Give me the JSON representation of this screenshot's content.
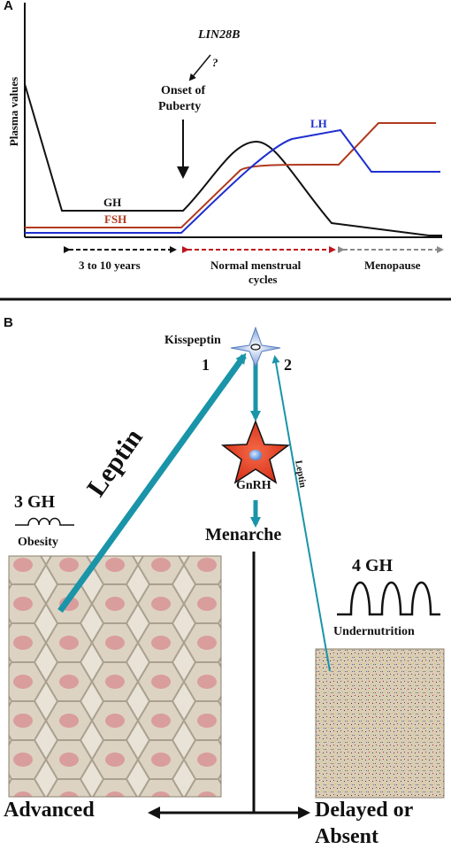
{
  "panel_a": {
    "label": "A",
    "y_axis_label": "Plasma values",
    "gene": "LIN28B",
    "gene_question": "?",
    "onset_line1": "Onset of",
    "onset_line2": "Puberty",
    "series_labels": {
      "gh": "GH",
      "fsh": "FSH",
      "lh": "LH"
    },
    "phases": {
      "childhood": "3 to 10 years",
      "cycles_line1": "Normal menstrual",
      "cycles_line2": "cycles",
      "menopause": "Menopause"
    },
    "colors": {
      "gh": "#111111",
      "fsh": "#b03a1e",
      "lh": "#1f2fd0",
      "childhood_arrow": "#111111",
      "cycles_arrow": "#c0141e",
      "menopause_arrow": "#8a8a8a"
    }
  },
  "panel_b": {
    "label": "B",
    "kisspeptin": "Kisspeptin",
    "num_1": "1",
    "num_2": "2",
    "leptin_big": "Leptin",
    "leptin_small": "Leptin",
    "gnrh": "GnRH",
    "menarche": "Menarche",
    "gh3": "3  GH",
    "gh4": "4  GH",
    "obesity": "Obesity",
    "undernutrition": "Undernutrition",
    "advanced": "Advanced",
    "delayed_line1": "Delayed or",
    "delayed_line2": "Absent",
    "colors": {
      "teal": "#1a94a8",
      "star": "#e2351f",
      "kiss": "#8fb3e8"
    }
  }
}
